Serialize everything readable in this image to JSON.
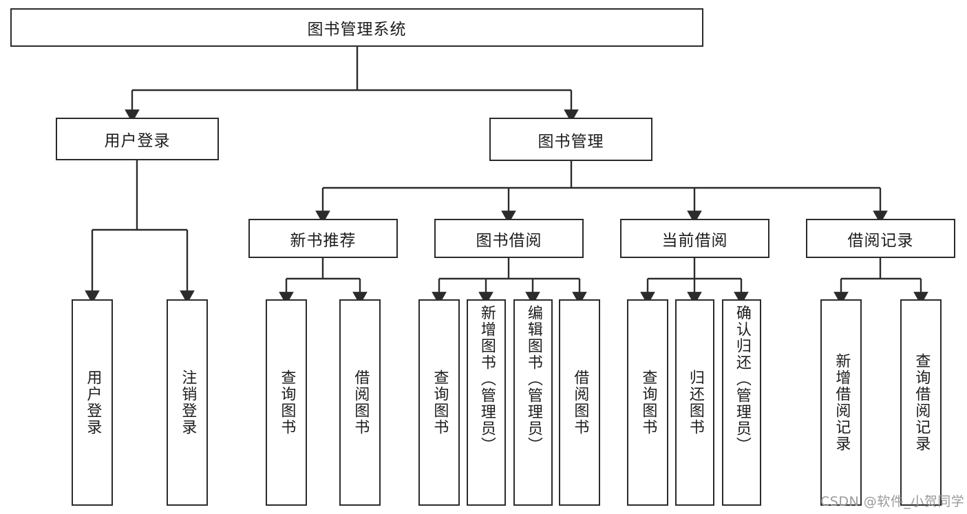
{
  "diagram": {
    "title": "图书管理系统",
    "type": "tree-hierarchy",
    "colors": {
      "box_border": "#2b2b2b",
      "box_fill": "#ffffff",
      "edge": "#2b2b2b",
      "text": "#1c1c1c",
      "watermark": "#9a9a9a",
      "background": "#ffffff"
    }
  },
  "root": {
    "label": "图书管理系统"
  },
  "level2": [
    {
      "label": "用户登录"
    },
    {
      "label": "图书管理"
    }
  ],
  "level3": [
    {
      "label": "新书推荐"
    },
    {
      "label": "图书借阅"
    },
    {
      "label": "当前借阅"
    },
    {
      "label": "借阅记录"
    }
  ],
  "leaves": {
    "user_login": [
      {
        "label": "用户登录"
      },
      {
        "label": "注销登录"
      }
    ],
    "new_book": [
      {
        "label": "查询图书"
      },
      {
        "label": "借阅图书"
      }
    ],
    "book_borrow": [
      {
        "label": "查询图书"
      },
      {
        "label": "新增图书（管理员）"
      },
      {
        "label": "编辑图书（管理员）"
      },
      {
        "label": "借阅图书"
      }
    ],
    "current_borrow": [
      {
        "label": "查询图书"
      },
      {
        "label": "归还图书"
      },
      {
        "label": "确认归还（管理员）"
      }
    ],
    "borrow_record": [
      {
        "label": "新增借阅记录"
      },
      {
        "label": "查询借阅记录"
      }
    ]
  },
  "watermark": {
    "text": "CSDN @软件_小贺同学"
  }
}
